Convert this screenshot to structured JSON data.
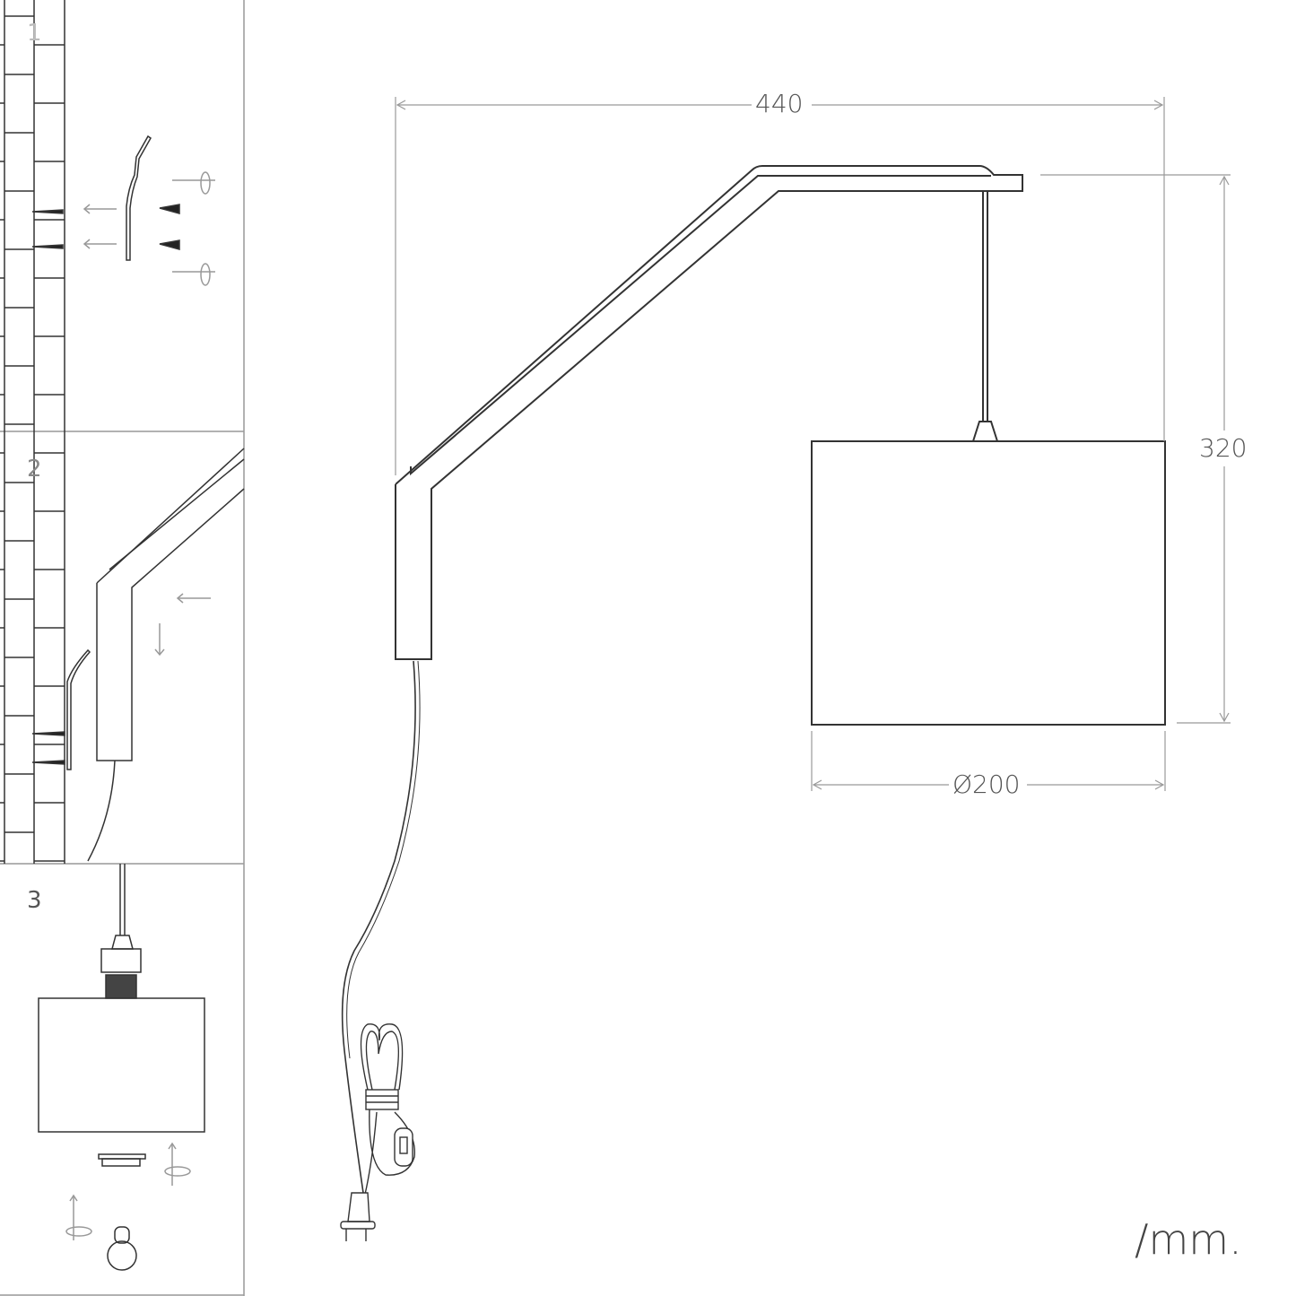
{
  "dimensions": {
    "width": "440",
    "height": "320",
    "diameter": "Ø200"
  },
  "unit": "/mm.",
  "steps": [
    "1",
    "2",
    "3"
  ],
  "colors": {
    "line": "#333333",
    "dim": "#888888"
  }
}
